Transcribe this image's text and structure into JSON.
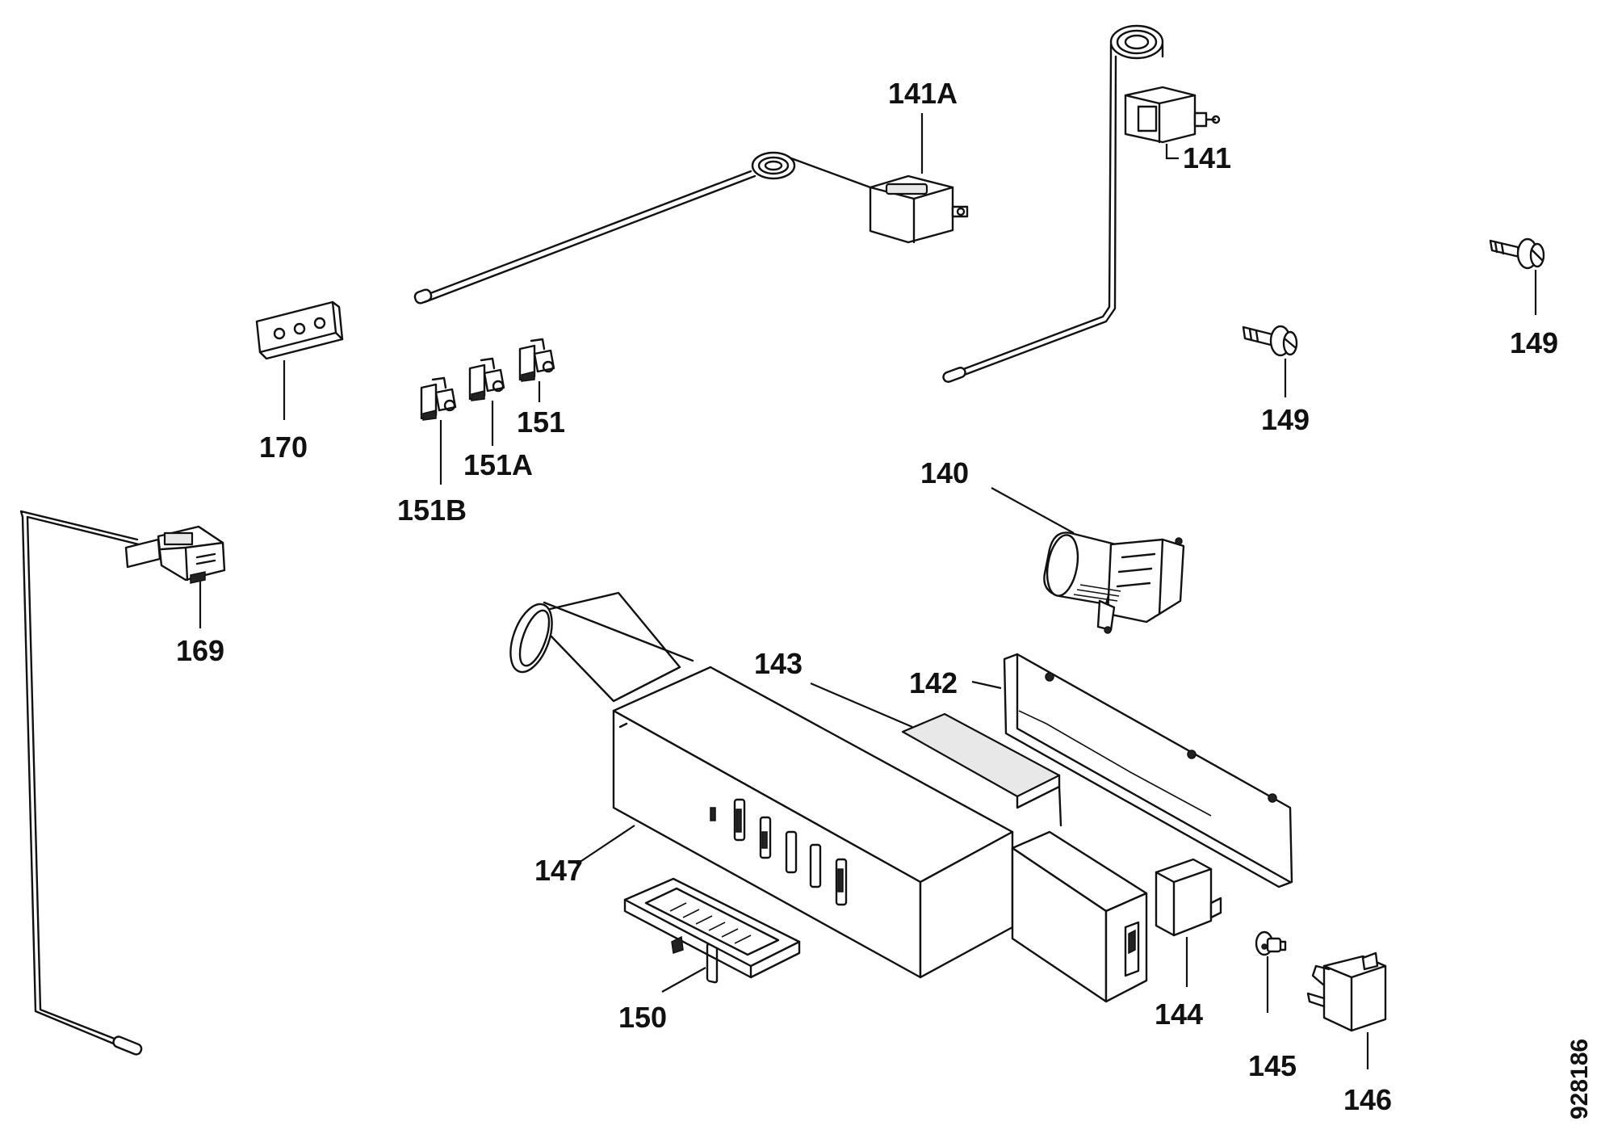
{
  "drawing_number": "928186",
  "parts": {
    "p140": "140",
    "p141": "141",
    "p141A": "141A",
    "p142": "142",
    "p143": "143",
    "p144": "144",
    "p145": "145",
    "p146": "146",
    "p147": "147",
    "p149a": "149",
    "p149b": "149",
    "p150": "150",
    "p151": "151",
    "p151A": "151A",
    "p151B": "151B",
    "p169": "169",
    "p170": "170"
  }
}
